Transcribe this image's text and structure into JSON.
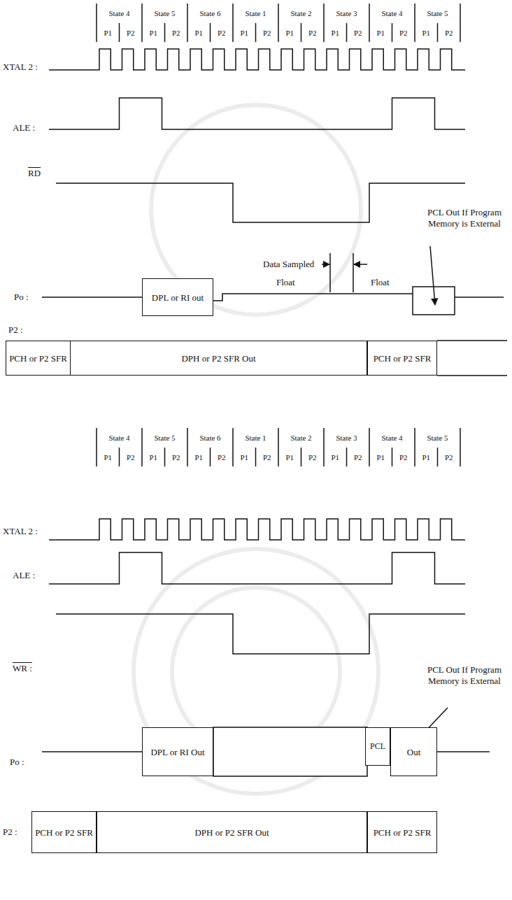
{
  "diagram": {
    "nodes": [
      {
        "text": [
          "DPL or RI out"
        ]
      },
      {
        "text": [
          "PCH or P2 SFR"
        ]
      },
      {
        "text": [
          "DPH or P2 SFR Out"
        ]
      },
      {
        "text": [
          "PCH or P2 SFR"
        ]
      },
      {
        "text": [
          "DPL or RI Out"
        ]
      },
      {
        "text": [
          "PCL"
        ]
      },
      {
        "text": [
          "Out"
        ]
      },
      {
        "text": [
          "PCH or P2 SFR"
        ]
      },
      {
        "text": [
          "DPH or P2 SFR Out"
        ]
      },
      {
        "text": [
          "PCH or P2 SFR"
        ]
      }
    ],
    "labels": [
      "State 4",
      "State 5",
      "State 6",
      "State 1",
      "State 2",
      "State 3",
      "State 4",
      "State 5",
      "P1",
      "P2",
      "P1",
      "P2",
      "P1",
      "P2",
      "P1",
      "P2",
      "P1",
      "P2",
      "P1",
      "P2",
      "P1",
      "P2",
      "P1",
      "P2",
      "XTAL 2 :",
      "ALE :",
      "RD",
      "Data Sampled",
      "Float",
      "Float",
      "PCL Out If Program Memory is External",
      "Po :",
      "P2 :",
      "State 4",
      "State 5",
      "State 6",
      "State 1",
      "State 2",
      "State 3",
      "State 4",
      "State 5",
      "P1",
      "P2",
      "P1",
      "P2",
      "P1",
      "P2",
      "P1",
      "P2",
      "P1",
      "P2",
      "P1",
      "P2",
      "P1",
      "P2",
      "P1",
      "P2",
      "XTAL 2 :",
      "ALE :",
      "WR :",
      "PCL Out If Program Memory is External",
      "Po :",
      "P2 :"
    ]
  }
}
